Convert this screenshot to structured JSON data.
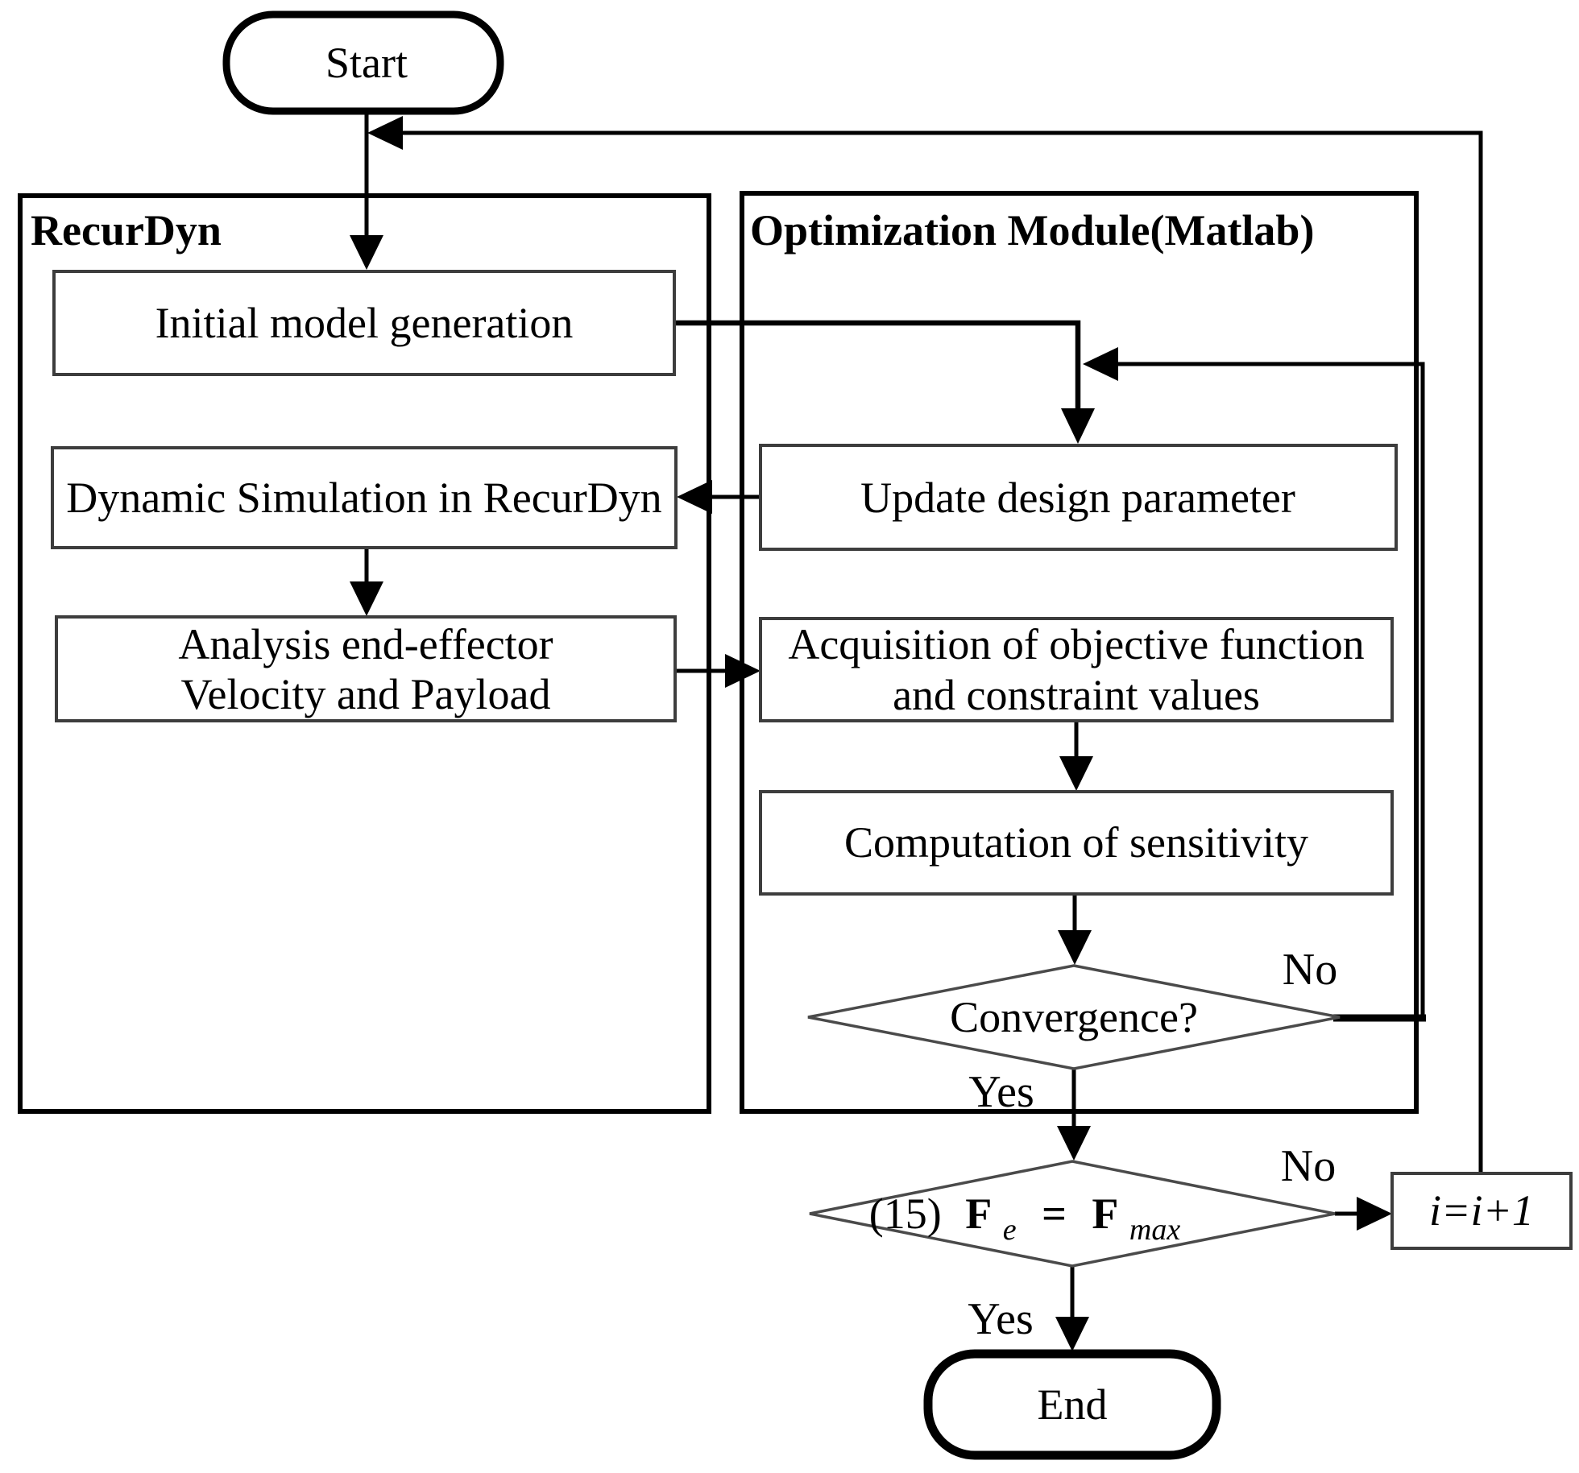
{
  "flowchart": {
    "terminals": {
      "start": "Start",
      "end": "End"
    },
    "containers": {
      "left_title": "RecurDyn",
      "right_title": "Optimization Module(Matlab)"
    },
    "process": {
      "initial": "Initial model generation",
      "dynamic": "Dynamic Simulation in RecurDyn",
      "analysis_line1": "Analysis end-effector",
      "analysis_line2": "Velocity and Payload",
      "update": "Update design parameter",
      "acquisition_line1": "Acquisition of objective function",
      "acquisition_line2": "and constraint values",
      "computation": "Computation of sensitivity",
      "increment": "i=i+1"
    },
    "decisions": {
      "convergence": "Convergence?",
      "force_prefix": "(15)",
      "force_F1": "F",
      "force_sub1": "e",
      "force_eq": "=",
      "force_F2": "F",
      "force_sub2": "max"
    },
    "edge_labels": {
      "convergence_no": "No",
      "convergence_yes": "Yes",
      "force_no": "No",
      "force_yes": "Yes"
    },
    "colors": {
      "line": "#000000",
      "process_border": "#3d3d3d",
      "decision_border": "#4a4a4a",
      "terminal_border": "#000000",
      "background": "#ffffff"
    }
  }
}
